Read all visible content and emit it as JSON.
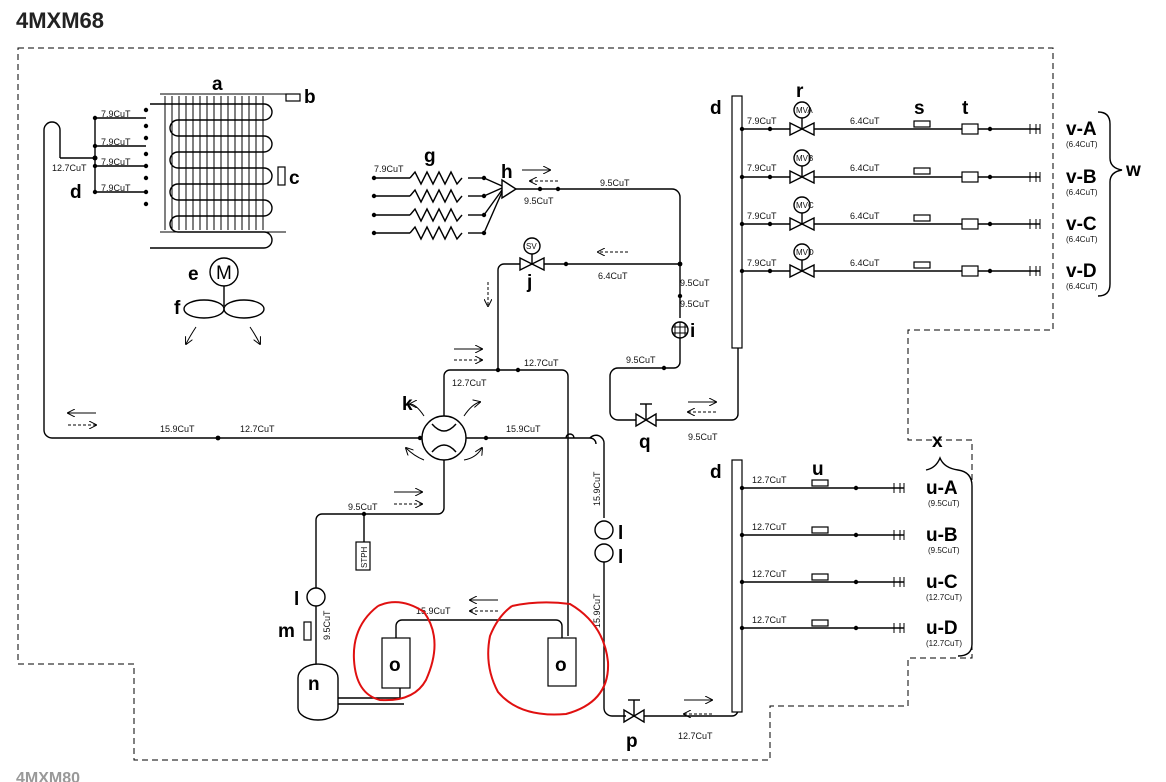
{
  "title": "4MXM68",
  "cutoff_text": "4MXM80",
  "labels": {
    "a": "a",
    "b": "b",
    "c": "c",
    "d": "d",
    "e": "e",
    "f": "f",
    "g": "g",
    "h": "h",
    "i": "i",
    "j": "j",
    "k": "k",
    "l": "l",
    "m": "m",
    "n": "n",
    "o": "o",
    "p": "p",
    "q": "q",
    "r": "r",
    "s": "s",
    "t": "t",
    "u": "u",
    "w": "w",
    "x": "x",
    "motor": "M",
    "sv": "SV",
    "stph": "STPH",
    "mva": "MVA",
    "mvb": "MVB",
    "mvc": "MVC",
    "mvd": "MVD"
  },
  "pipes": {
    "p79": "7.9CuT",
    "p127": "12.7CuT",
    "p159": "15.9CuT",
    "p95": "9.5CuT",
    "p64": "6.4CuT"
  },
  "ports_v": [
    {
      "letter": "v",
      "suffix": "-A",
      "size": "(6.4CuT)"
    },
    {
      "letter": "v",
      "suffix": "-B",
      "size": "(6.4CuT)"
    },
    {
      "letter": "v",
      "suffix": "-C",
      "size": "(6.4CuT)"
    },
    {
      "letter": "v",
      "suffix": "-D",
      "size": "(6.4CuT)"
    }
  ],
  "ports_u": [
    {
      "letter": "u",
      "suffix": "-A",
      "size": "(9.5CuT)"
    },
    {
      "letter": "u",
      "suffix": "-B",
      "size": "(9.5CuT)"
    },
    {
      "letter": "u",
      "suffix": "-C",
      "size": "(12.7CuT)"
    },
    {
      "letter": "u",
      "suffix": "-D",
      "size": "(12.7CuT)"
    }
  ],
  "colors": {
    "line": "#000000",
    "annotation": "#e01010",
    "title": "#222222"
  }
}
